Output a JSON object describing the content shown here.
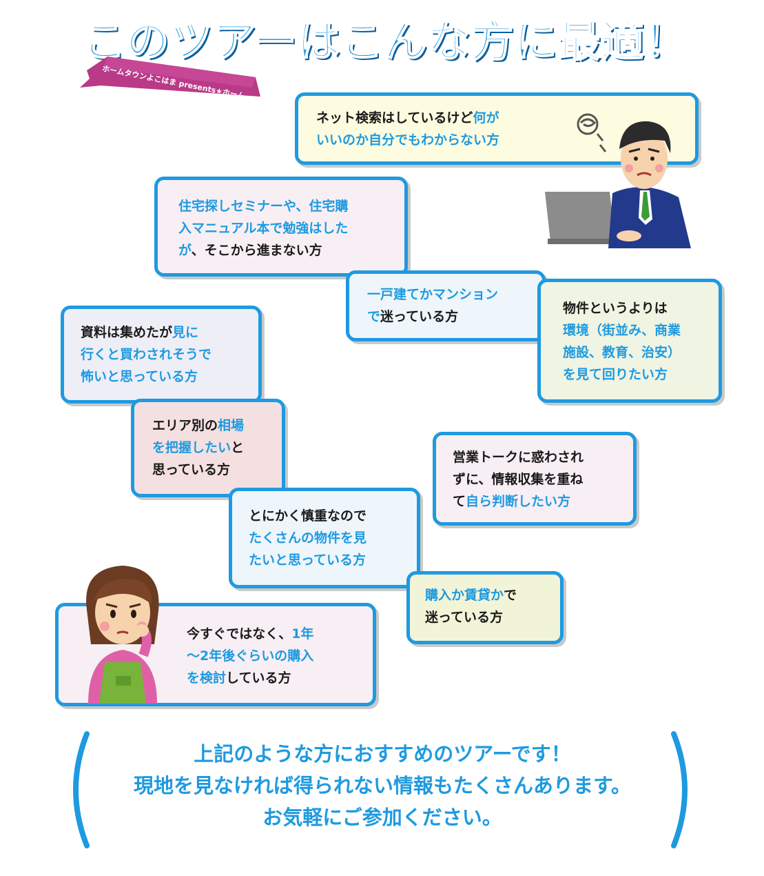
{
  "title": "このツアーはこんな方に最適！",
  "ribbon": "ホームタウンよこはま presents★ホーム",
  "cards": [
    {
      "id": "c1",
      "parts": [
        {
          "t": "ネット検索はしているけど",
          "c": "black"
        },
        {
          "t": "何が",
          "c": "blue"
        },
        {
          "br": true
        },
        {
          "t": "いいのか自分でもわからない方",
          "c": "blue"
        }
      ]
    },
    {
      "id": "c2",
      "parts": [
        {
          "t": "住宅探しセミナーや、住宅購",
          "c": "blue"
        },
        {
          "br": true
        },
        {
          "t": "入マニュアル本で勉強はした",
          "c": "blue"
        },
        {
          "br": true
        },
        {
          "t": "が",
          "c": "blue"
        },
        {
          "t": "、そこから進まない方",
          "c": "black"
        }
      ]
    },
    {
      "id": "c3",
      "parts": [
        {
          "t": "一戸建てかマンション",
          "c": "blue"
        },
        {
          "br": true
        },
        {
          "t": "で",
          "c": "blue"
        },
        {
          "t": "迷っている方",
          "c": "black"
        }
      ]
    },
    {
      "id": "c4",
      "parts": [
        {
          "t": "物件というよりは",
          "c": "black"
        },
        {
          "br": true
        },
        {
          "t": "環境（街並み、商業",
          "c": "blue"
        },
        {
          "br": true
        },
        {
          "t": "施設、教育、治安）",
          "c": "blue"
        },
        {
          "br": true
        },
        {
          "t": "を見て回りたい方",
          "c": "blue"
        }
      ]
    },
    {
      "id": "c5",
      "parts": [
        {
          "t": "資料は集めたが",
          "c": "black"
        },
        {
          "t": "見に",
          "c": "blue"
        },
        {
          "br": true
        },
        {
          "t": "行くと買わされそうで",
          "c": "blue"
        },
        {
          "br": true
        },
        {
          "t": "怖いと思っている方",
          "c": "blue"
        }
      ]
    },
    {
      "id": "c6",
      "parts": [
        {
          "t": "エリア別の",
          "c": "black"
        },
        {
          "t": "相場",
          "c": "blue"
        },
        {
          "br": true
        },
        {
          "t": "を把握したい",
          "c": "blue"
        },
        {
          "t": "と",
          "c": "black"
        },
        {
          "br": true
        },
        {
          "t": "思っている方",
          "c": "black"
        }
      ]
    },
    {
      "id": "c7",
      "parts": [
        {
          "t": "営業トークに惑わされ",
          "c": "black"
        },
        {
          "br": true
        },
        {
          "t": "ずに、情報収集を重ね",
          "c": "black"
        },
        {
          "br": true
        },
        {
          "t": "て",
          "c": "black"
        },
        {
          "t": "自ら判断したい方",
          "c": "blue"
        }
      ]
    },
    {
      "id": "c8",
      "parts": [
        {
          "t": "とにかく慎重なので",
          "c": "black"
        },
        {
          "br": true
        },
        {
          "t": "たくさんの物件を見",
          "c": "blue"
        },
        {
          "br": true
        },
        {
          "t": "たいと思っている方",
          "c": "blue"
        }
      ]
    },
    {
      "id": "c9",
      "parts": [
        {
          "t": "購入か賃貸か",
          "c": "blue"
        },
        {
          "t": "で",
          "c": "black"
        },
        {
          "br": true
        },
        {
          "t": "迷っている方",
          "c": "black"
        }
      ]
    },
    {
      "id": "c10",
      "parts": [
        {
          "t": "今すぐではなく、",
          "c": "black"
        },
        {
          "t": "1年",
          "c": "blue"
        },
        {
          "br": true
        },
        {
          "t": "～2年後ぐらいの購入",
          "c": "blue"
        },
        {
          "br": true
        },
        {
          "t": "を検討",
          "c": "blue"
        },
        {
          "t": "している方",
          "c": "black"
        }
      ]
    }
  ],
  "bottom": {
    "line1": "上記のような方におすすめのツアーです！",
    "line2": "現地を見なければ得られない情報もたくさんあります。",
    "line3": "お気軽にご参加ください。"
  },
  "illustrations": {
    "man": "worried-man-at-laptop",
    "woman": "worried-woman-in-apron"
  },
  "colors": {
    "accent": "#1e9ae0",
    "text": "#1a1a1a",
    "ribbon": "#b93a87"
  }
}
